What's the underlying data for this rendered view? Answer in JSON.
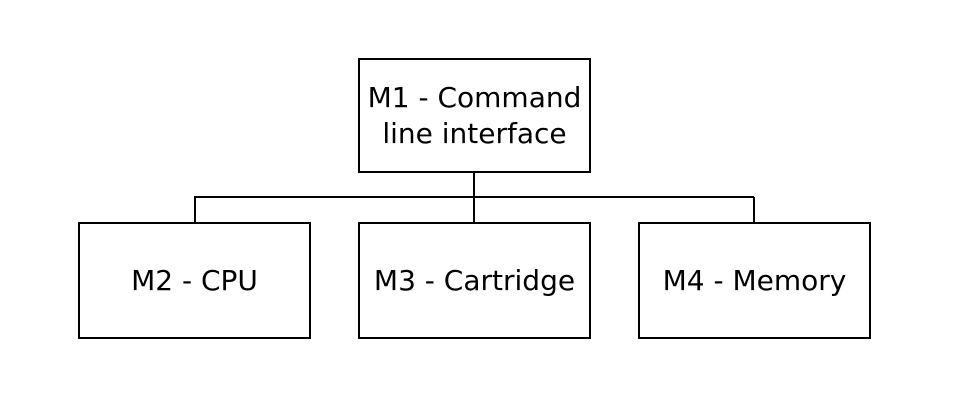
{
  "diagram": {
    "root": {
      "id": "m1",
      "label": "M1 - Command line interface"
    },
    "children": [
      {
        "id": "m2",
        "label": "M2 - CPU"
      },
      {
        "id": "m3",
        "label": "M3 - Cartridge"
      },
      {
        "id": "m4",
        "label": "M4 - Memory"
      }
    ],
    "colors": {
      "stroke": "#000000",
      "fill": "#ffffff",
      "text": "#000000"
    }
  }
}
